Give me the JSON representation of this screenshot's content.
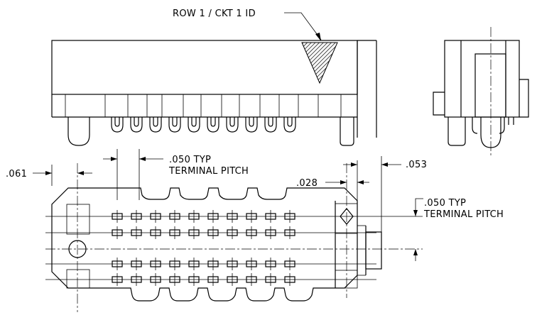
{
  "annotations": {
    "row_id": "ROW 1 / CKT 1 ID",
    "pitch_h_value": ".050 TYP",
    "pitch_h_text": "TERMINAL PITCH",
    "pitch_v_value": ".050 TYP",
    "pitch_v_text": "TERMINAL PITCH",
    "dim_061": ".061",
    "dim_028": ".028",
    "dim_053": ".053"
  },
  "drawing": {
    "rows_of_terminals": 4,
    "terminals_per_row": 10,
    "side_view_pins": 10,
    "line_color": "#000000",
    "background": "#ffffff"
  }
}
